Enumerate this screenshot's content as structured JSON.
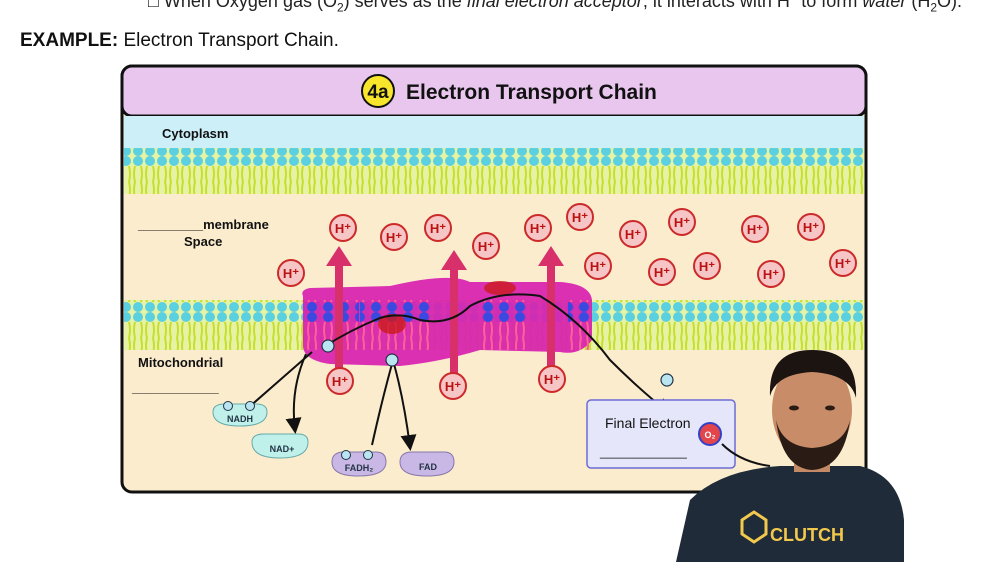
{
  "header": {
    "bullet": "□",
    "note_prefix": "When Oxygen gas (O",
    "note_sub": "2",
    "note_mid": ") serves as the ",
    "note_italic1": "final electron acceptor",
    "note_mid2": ", it interacts with H",
    "note_sup": "+",
    "note_mid3": " to form ",
    "note_italic2": "water",
    "note_end1": " (H",
    "note_sub2": "2",
    "note_end2": "O).",
    "example_label": "EXAMPLE:",
    "example_text": "Electron Transport Chain."
  },
  "diagram": {
    "badge": "4a",
    "title": "Electron Transport Chain",
    "cytoplasm": "Cytoplasm",
    "ims_line1": "_________membrane",
    "ims_line2": "Space",
    "mito_line1": "Mitochondrial",
    "mito_line2": "____________",
    "proton": "H⁺",
    "electron": "−",
    "nadh": "NADH",
    "nad": "NAD+",
    "fadh2": "FADH₂",
    "fad": "FAD",
    "final_electron": "Final Electron",
    "final_blank": "_____________",
    "o2": "O₂"
  },
  "presenter": {
    "shirt_text": "CLUTCH"
  },
  "colors": {
    "title_bar": "#e8c6ee",
    "cytoplasm": "#cdf0f8",
    "space": "#fbeccd",
    "matrix": "#fbeccd",
    "membrane_head": "#5ad0e0",
    "membrane_tail": "#d8ea3a",
    "complex": "#d81fb0",
    "proton_fill": "#f6c5c5",
    "proton_stroke": "#cc2a2a",
    "arrow": "#d8306a",
    "carrier": "#bff1ea",
    "fad_carrier": "#c9b8e6",
    "final_box": "#e6e6fb"
  }
}
